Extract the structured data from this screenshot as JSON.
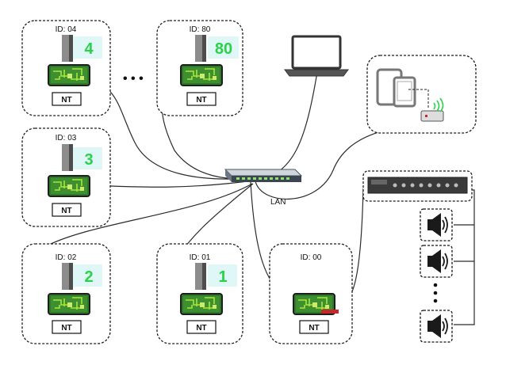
{
  "network": {
    "switch_label": "LAN"
  },
  "nodes": [
    {
      "key": "n04",
      "id_text": "ID: 04",
      "display": "4",
      "nt": "NT"
    },
    {
      "key": "n80",
      "id_text": "ID: 80",
      "display": "80",
      "nt": "NT"
    },
    {
      "key": "n03",
      "id_text": "ID: 03",
      "display": "3",
      "nt": "NT"
    },
    {
      "key": "n02",
      "id_text": "ID: 02",
      "display": "2",
      "nt": "NT"
    },
    {
      "key": "n01",
      "id_text": "ID: 01",
      "display": "1",
      "nt": "NT"
    }
  ],
  "master": {
    "id_text": "ID: 00",
    "nt": "NT"
  },
  "ellipsis": "• • •",
  "speaker_ellipsis": "•\n•\n•",
  "colors": {
    "accent_green": "#2bd14a",
    "display_bg": "#dff7f6",
    "board_green": "#2f7a2a",
    "box_border": "#222222"
  },
  "icons": [
    "laptop-icon",
    "tablet-icon",
    "phone-icon",
    "wifi-router-icon",
    "network-switch-icon",
    "amplifier-icon",
    "speaker-icon"
  ]
}
